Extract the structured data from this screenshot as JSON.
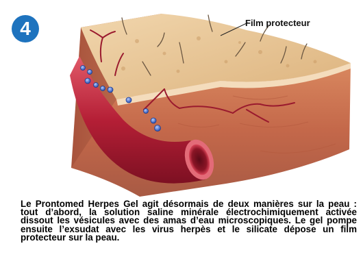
{
  "step": {
    "number": "4"
  },
  "labels": {
    "film": "Film protecteur"
  },
  "caption": {
    "text": "Le Prontomed Herpes Gel agit désormais de deux manières sur la peau : tout d’abord, la solution saline minérale électrochimiquement activée dissout les vésicules avec des amas d’eau microscopiques. Le gel pompe ensuite l’exsudat avec les virus herpès et le silicate dépose un film protecteur sur la peau."
  },
  "colors": {
    "badge": "#1e73be",
    "skin_top": "#e8c79a",
    "dermis": "#c8704f",
    "vessel": "#b8243a",
    "dots": "#4a6fd1"
  }
}
